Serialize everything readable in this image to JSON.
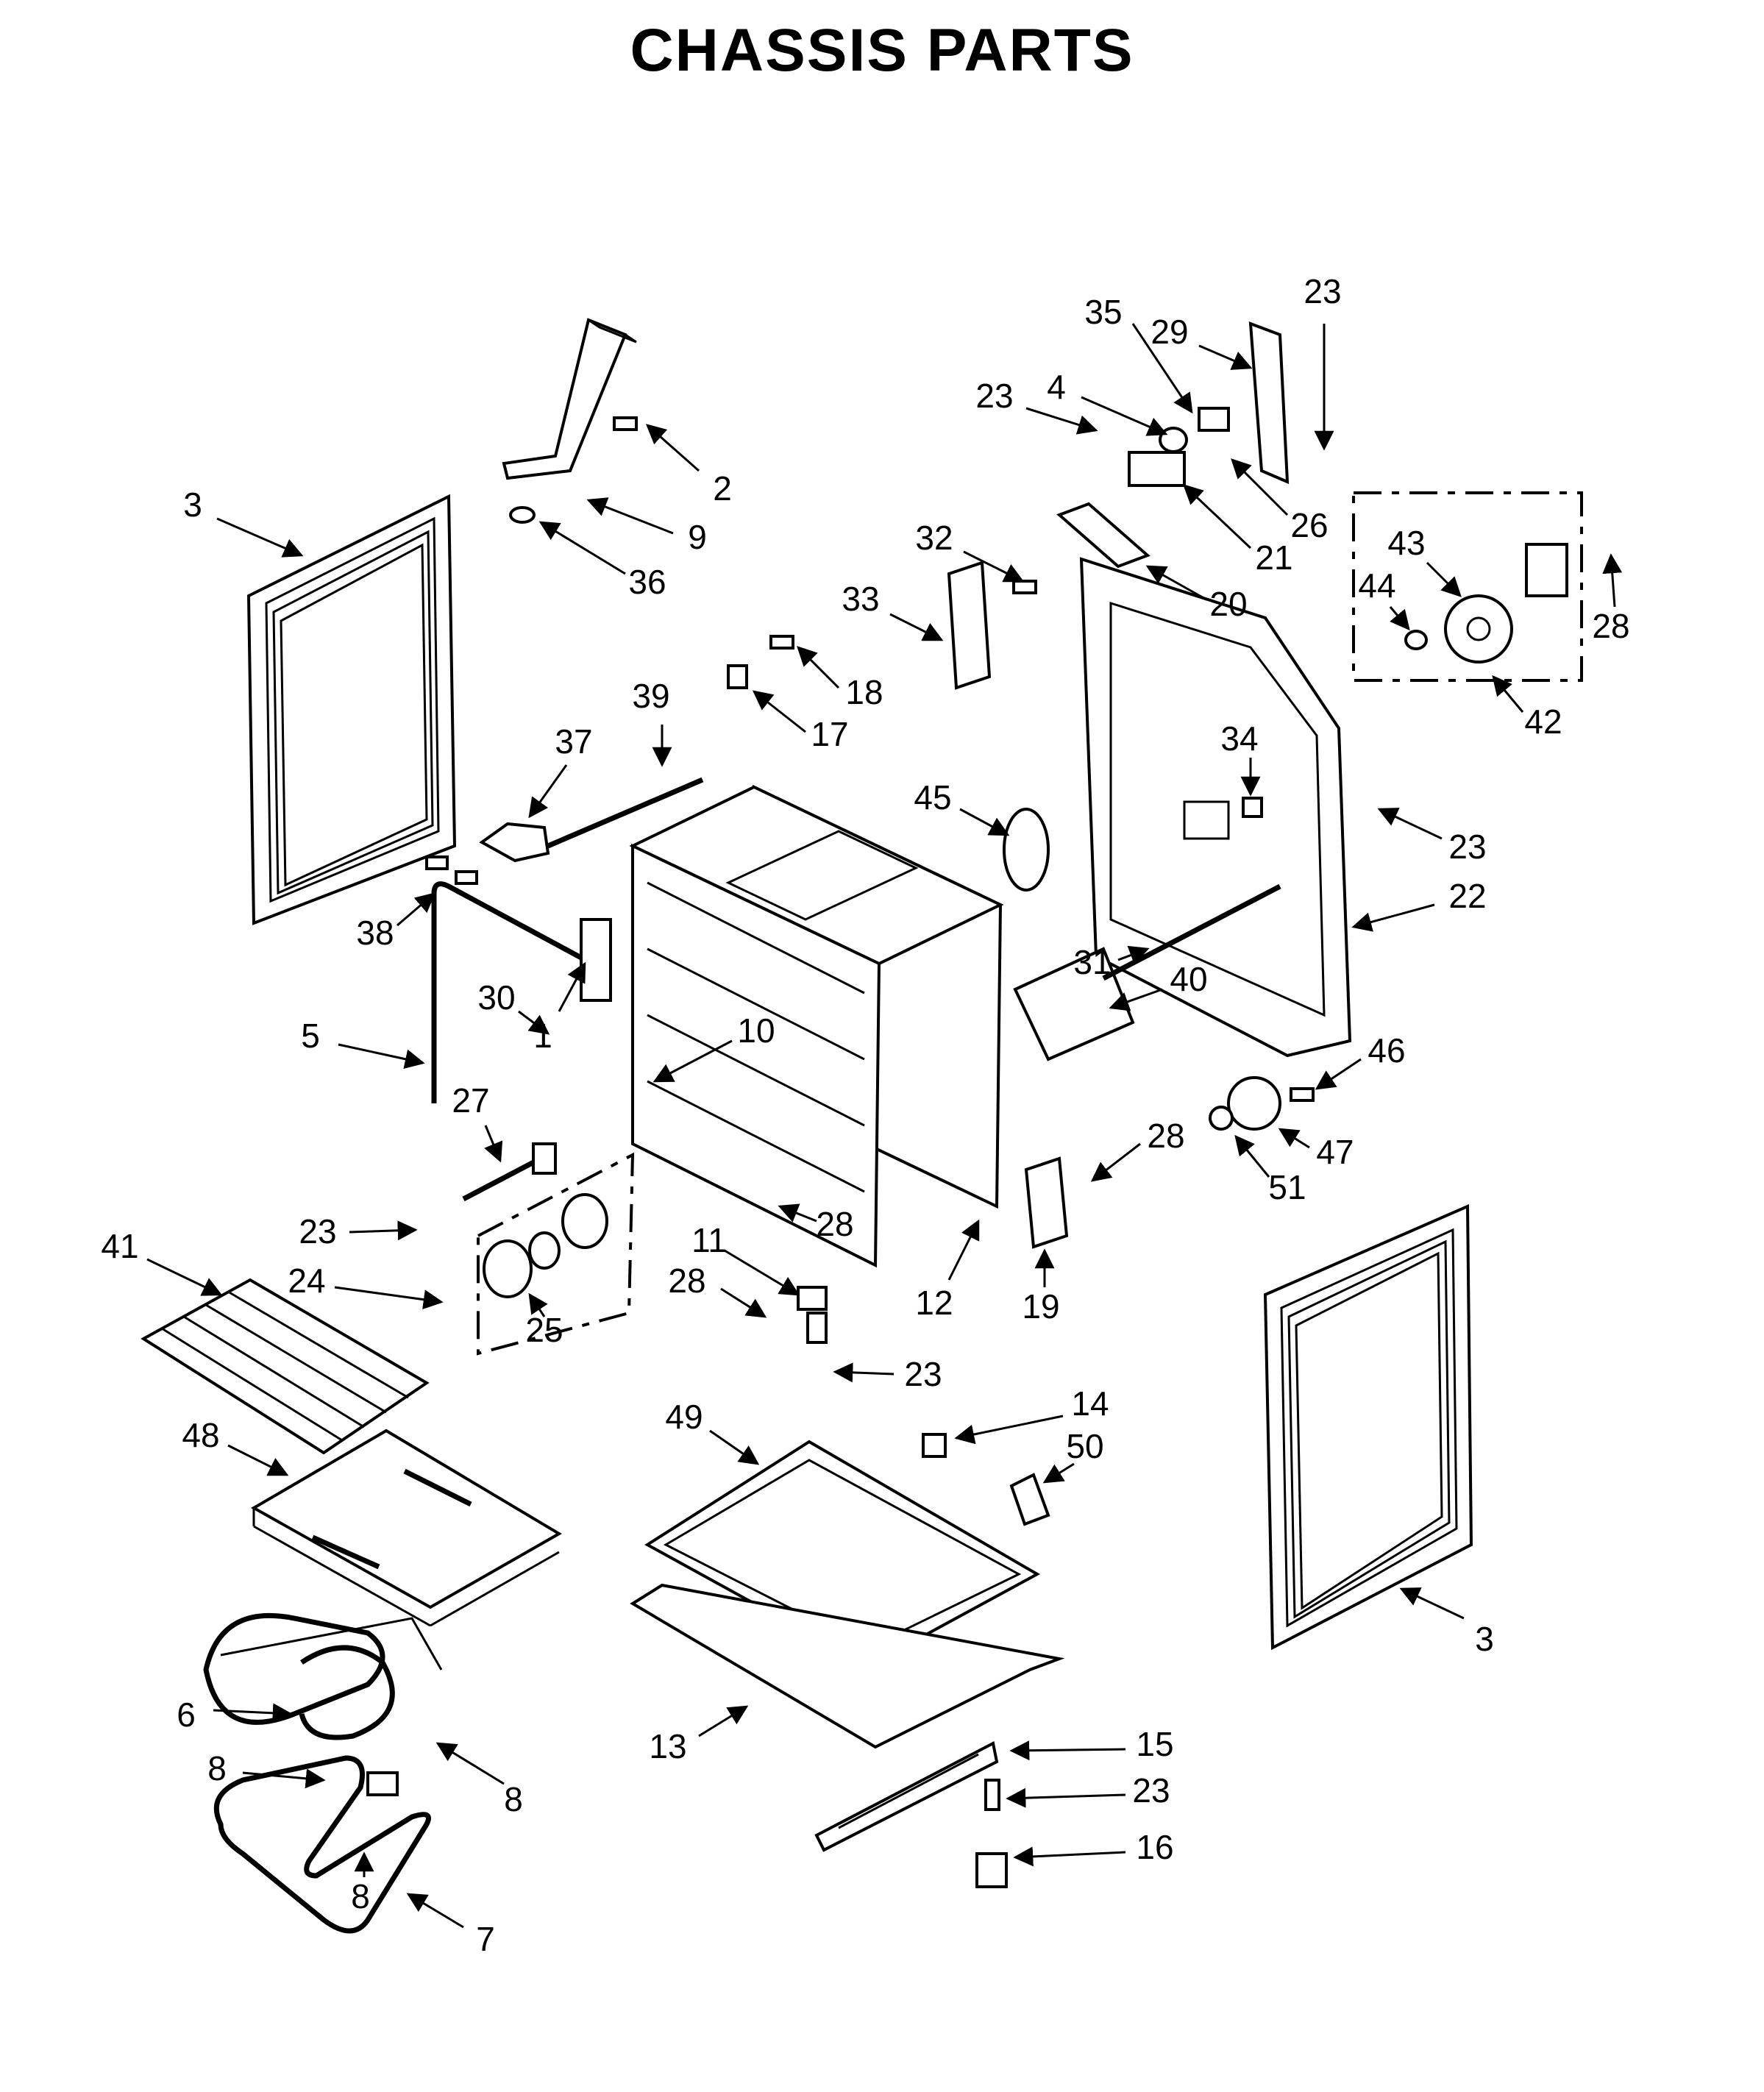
{
  "title": "CHASSIS PARTS",
  "callouts": [
    {
      "id": "c1",
      "label": "1"
    },
    {
      "id": "c2",
      "label": "2"
    },
    {
      "id": "c3a",
      "label": "3"
    },
    {
      "id": "c3b",
      "label": "3"
    },
    {
      "id": "c4",
      "label": "4"
    },
    {
      "id": "c5",
      "label": "5"
    },
    {
      "id": "c6",
      "label": "6"
    },
    {
      "id": "c7",
      "label": "7"
    },
    {
      "id": "c8a",
      "label": "8"
    },
    {
      "id": "c8b",
      "label": "8"
    },
    {
      "id": "c8c",
      "label": "8"
    },
    {
      "id": "c9",
      "label": "9"
    },
    {
      "id": "c10",
      "label": "10"
    },
    {
      "id": "c11",
      "label": "11"
    },
    {
      "id": "c12",
      "label": "12"
    },
    {
      "id": "c13",
      "label": "13"
    },
    {
      "id": "c14",
      "label": "14"
    },
    {
      "id": "c15",
      "label": "15"
    },
    {
      "id": "c16",
      "label": "16"
    },
    {
      "id": "c17",
      "label": "17"
    },
    {
      "id": "c18",
      "label": "18"
    },
    {
      "id": "c19",
      "label": "19"
    },
    {
      "id": "c20",
      "label": "20"
    },
    {
      "id": "c21",
      "label": "21"
    },
    {
      "id": "c22",
      "label": "22"
    },
    {
      "id": "c23a",
      "label": "23"
    },
    {
      "id": "c23b",
      "label": "23"
    },
    {
      "id": "c23c",
      "label": "23"
    },
    {
      "id": "c23d",
      "label": "23"
    },
    {
      "id": "c23e",
      "label": "23"
    },
    {
      "id": "c23f",
      "label": "23"
    },
    {
      "id": "c24",
      "label": "24"
    },
    {
      "id": "c25",
      "label": "25"
    },
    {
      "id": "c26",
      "label": "26"
    },
    {
      "id": "c27",
      "label": "27"
    },
    {
      "id": "c28a",
      "label": "28"
    },
    {
      "id": "c28b",
      "label": "28"
    },
    {
      "id": "c28c",
      "label": "28"
    },
    {
      "id": "c28d",
      "label": "28"
    },
    {
      "id": "c29",
      "label": "29"
    },
    {
      "id": "c30",
      "label": "30"
    },
    {
      "id": "c31",
      "label": "31"
    },
    {
      "id": "c32",
      "label": "32"
    },
    {
      "id": "c33",
      "label": "33"
    },
    {
      "id": "c34",
      "label": "34"
    },
    {
      "id": "c35",
      "label": "35"
    },
    {
      "id": "c36",
      "label": "36"
    },
    {
      "id": "c37",
      "label": "37"
    },
    {
      "id": "c38",
      "label": "38"
    },
    {
      "id": "c39",
      "label": "39"
    },
    {
      "id": "c40",
      "label": "40"
    },
    {
      "id": "c41",
      "label": "41"
    },
    {
      "id": "c42",
      "label": "42"
    },
    {
      "id": "c43",
      "label": "43"
    },
    {
      "id": "c44",
      "label": "44"
    },
    {
      "id": "c45",
      "label": "45"
    },
    {
      "id": "c46",
      "label": "46"
    },
    {
      "id": "c47",
      "label": "47"
    },
    {
      "id": "c48",
      "label": "48"
    },
    {
      "id": "c49",
      "label": "49"
    },
    {
      "id": "c50",
      "label": "50"
    },
    {
      "id": "c51",
      "label": "51"
    }
  ]
}
